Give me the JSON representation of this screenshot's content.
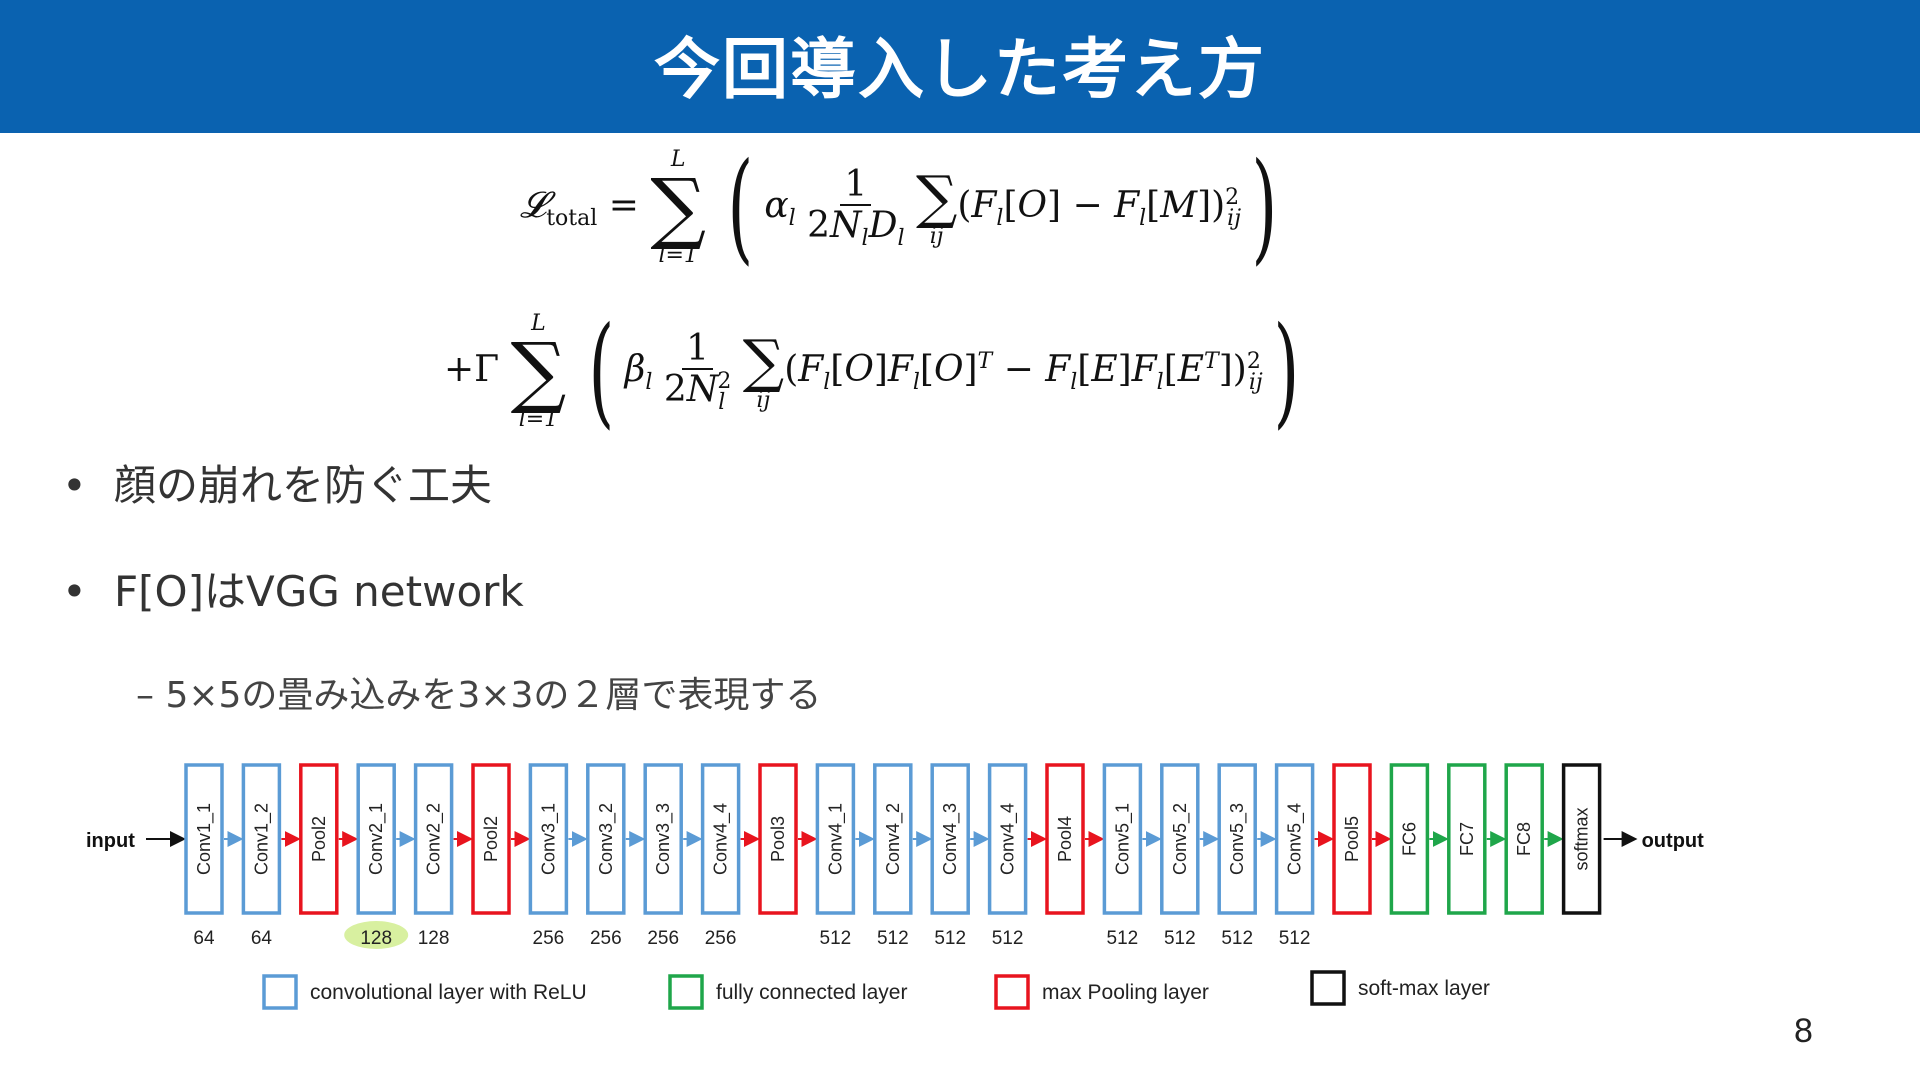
{
  "header": {
    "title": "今回導入した考え方",
    "bg_color": "#0a62b0"
  },
  "bullets": [
    {
      "text": "顔の崩れを防ぐ工夫"
    },
    {
      "text": "F[O]はVGG network"
    }
  ],
  "sub_bullet": {
    "text": "5×5の畳み込みを3×3の２層で表現する"
  },
  "vgg": {
    "input_label": "input",
    "output_label": "output",
    "layers": [
      {
        "name": "Conv1_1",
        "kind": "conv",
        "channels": "64"
      },
      {
        "name": "Conv1_2",
        "kind": "conv",
        "channels": "64"
      },
      {
        "name": "Pool2",
        "kind": "pool",
        "channels": ""
      },
      {
        "name": "Conv2_1",
        "kind": "conv",
        "channels": "128"
      },
      {
        "name": "Conv2_2",
        "kind": "conv",
        "channels": "128"
      },
      {
        "name": "Pool2",
        "kind": "pool",
        "channels": ""
      },
      {
        "name": "Conv3_1",
        "kind": "conv",
        "channels": "256"
      },
      {
        "name": "Conv3_2",
        "kind": "conv",
        "channels": "256"
      },
      {
        "name": "Conv3_3",
        "kind": "conv",
        "channels": "256"
      },
      {
        "name": "Conv4_4",
        "kind": "conv",
        "channels": "256"
      },
      {
        "name": "Pool3",
        "kind": "pool",
        "channels": ""
      },
      {
        "name": "Conv4_1",
        "kind": "conv",
        "channels": "512"
      },
      {
        "name": "Conv4_2",
        "kind": "conv",
        "channels": "512"
      },
      {
        "name": "Conv4_3",
        "kind": "conv",
        "channels": "512"
      },
      {
        "name": "Conv4_4",
        "kind": "conv",
        "channels": "512"
      },
      {
        "name": "Pool4",
        "kind": "pool",
        "channels": ""
      },
      {
        "name": "Conv5_1",
        "kind": "conv",
        "channels": "512"
      },
      {
        "name": "Conv5_2",
        "kind": "conv",
        "channels": "512"
      },
      {
        "name": "Conv5_3",
        "kind": "conv",
        "channels": "512"
      },
      {
        "name": "Conv5_4",
        "kind": "conv",
        "channels": "512"
      },
      {
        "name": "Pool5",
        "kind": "pool",
        "channels": ""
      },
      {
        "name": "FC6",
        "kind": "fc",
        "channels": ""
      },
      {
        "name": "FC7",
        "kind": "fc",
        "channels": ""
      },
      {
        "name": "FC8",
        "kind": "fc",
        "channels": ""
      },
      {
        "name": "softmax",
        "kind": "softmax",
        "channels": ""
      }
    ],
    "legend": [
      {
        "label": "convolutional layer with ReLU",
        "kind": "conv"
      },
      {
        "label": "fully connected layer",
        "kind": "fc"
      },
      {
        "label": "max Pooling layer",
        "kind": "pool"
      },
      {
        "label": "soft-max layer",
        "kind": "softmax"
      }
    ],
    "colors": {
      "conv": "#5b9bd5",
      "pool": "#e8141e",
      "fc": "#1fa64a",
      "softmax": "#111111",
      "highlight": "#d8f0a0"
    }
  },
  "page_number": "8"
}
